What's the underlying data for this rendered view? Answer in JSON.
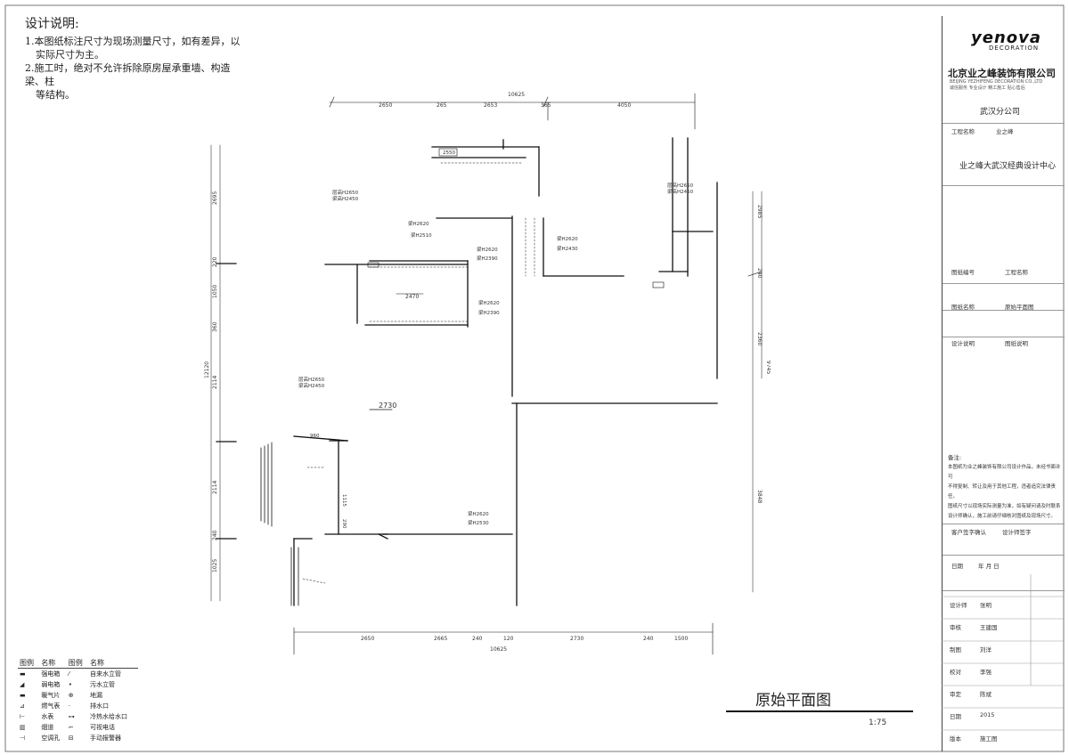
{
  "notes": {
    "title": "设计说明:",
    "item1_a": "1.本图纸标注尺寸为现场测量尺寸，如有差异，以",
    "item1_b": "实际尺寸为主。",
    "item2_a": "2.施工时，绝对不允许拆除原房屋承重墙、构造梁、柱",
    "item2_b": "等结构。"
  },
  "drawing": {
    "title": "原始平面图",
    "scale": "1:75",
    "dims_top": {
      "total": "10625",
      "d1": "2650",
      "d2": "265",
      "d3": "2653",
      "d4": "365",
      "d5": "4050"
    },
    "dims_bottom": {
      "total": "10625",
      "d1": "2650",
      "d2": "2665",
      "d3": "240",
      "d4": "120",
      "d5": "2730",
      "d6": "240",
      "d7": "1500"
    },
    "dims_left": {
      "d1": "2695",
      "d2": "220",
      "d3": "1050",
      "d4": "360",
      "d5": "2114",
      "d6": "2114",
      "d7": "240",
      "d8": "1025",
      "total": "12120"
    },
    "dims_right": {
      "d1": "2985",
      "d2": "240",
      "d3": "2360",
      "d4": "3848",
      "total": "9745"
    },
    "rooms": {
      "r1_a": "层高H2650",
      "r1_b": "梁高H2450",
      "r2_a": "梁H2620",
      "r2_b": "梁H2510",
      "r3_a": "梁H2620",
      "r3_b": "梁H2390",
      "r4_a": "梁H2620",
      "r4_b": "梁H2430",
      "r5_a": "梁H2620",
      "r5_b": "梁H2390",
      "r6_a": "层高H2650",
      "r6_b": "梁高H2450",
      "r7_a": "梁H2620",
      "r7_b": "梁H2530",
      "r8_a": "层高H2650",
      "r8_b": "梁高H2450",
      "mark1": "2470",
      "mark2": "2730",
      "label_kitchen": "2550",
      "small1": "1115",
      "small2": "290",
      "small3": "960"
    }
  },
  "title_block": {
    "logo": "yenova",
    "logo_sub": "DECORATION",
    "company": "北京业之峰装饰有限公司",
    "company_sub_en": "BEIJING YEZHIFENG DECORATION CO.,LTD",
    "company_sub_cn": "诚信服务 专业设计 精工施工 贴心售后",
    "branch": "武汉分公司",
    "row_project_label": "工程名称",
    "row_project_value": "业之峰",
    "design_center": "业之峰大武汉经典设计中心",
    "row_a_label": "图纸编号",
    "row_a_value": "工程名称",
    "row_b_label": "图纸名称",
    "row_b_value": "原始平面图",
    "row_c_label": "设计说明",
    "row_c_value": "图纸说明",
    "remark_title": "备注:",
    "remark_lines": [
      "本图纸为业之峰装饰有限公司设计作品，未经书面许可",
      "不得复制、转让及用于其他工程，违者追究法律责任。",
      "图纸尺寸以现场实际测量为准，如有疑问请及时联系",
      "设计师确认，施工前请仔细核对图纸及现场尺寸。"
    ],
    "row_d_label": "客户签字确认",
    "row_d_value": "设计师签字",
    "row_e_label": "日期",
    "row_e_value": "年 月 日",
    "staff": [
      {
        "label": "设计师",
        "value": "张明"
      },
      {
        "label": "审核",
        "value": "王建国"
      },
      {
        "label": "制图",
        "value": "刘洋"
      },
      {
        "label": "校对",
        "value": "李强"
      },
      {
        "label": "审定",
        "value": "陈斌"
      },
      {
        "label": "日期",
        "value": "2015"
      },
      {
        "label": "版本",
        "value": "施工图"
      }
    ]
  },
  "legend": {
    "headers": [
      "图例",
      "名称",
      "图例",
      "名称"
    ],
    "rows": [
      [
        "强电箱",
        "自来水立管"
      ],
      [
        "弱电箱",
        "污水立管"
      ],
      [
        "暖气片",
        "地漏"
      ],
      [
        "燃气表",
        "排水口"
      ],
      [
        "水表",
        "冷热水给水口"
      ],
      [
        "烟道",
        "可视电话"
      ],
      [
        "空调孔",
        "手动报警器"
      ]
    ]
  }
}
